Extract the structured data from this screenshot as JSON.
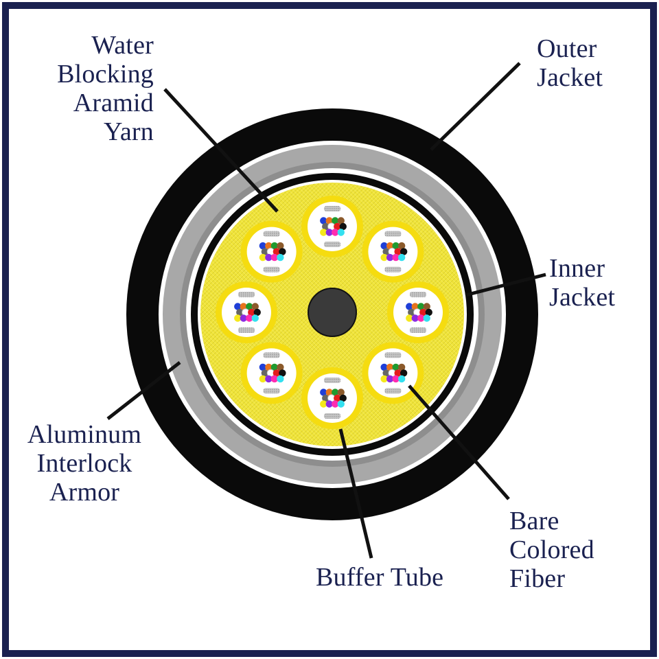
{
  "labels": {
    "water_blocking": [
      "Water",
      "Blocking",
      "Aramid",
      "Yarn"
    ],
    "outer_jacket": [
      "Outer",
      "Jacket"
    ],
    "inner_jacket": [
      "Inner",
      "Jacket"
    ],
    "armor": [
      "Aluminum",
      "Interlock",
      "Armor"
    ],
    "buffer_tube": [
      "Buffer Tube"
    ],
    "bare_fiber": [
      "Bare",
      "Colored",
      "Fiber"
    ]
  },
  "colors": {
    "frame": "#1a2150",
    "text": "#1a2150",
    "outer_jacket": "#0a0a0a",
    "armor": "#a8a8a8",
    "inner_jacket": "#0a0a0a",
    "aramid_yarn": "#f0e43a",
    "buffer_tube": "#f5dc10",
    "central_member": "#3a3a3a",
    "leader_line": "#111111"
  },
  "fiber_colors": [
    "#1f3fd8",
    "#e8731c",
    "#1f9a2e",
    "#8b5a2b",
    "#666666",
    "#ffffff",
    "#e41c1c",
    "#111111",
    "#f5e81c",
    "#8a2be2",
    "#ff2bb0",
    "#33e0f0"
  ]
}
